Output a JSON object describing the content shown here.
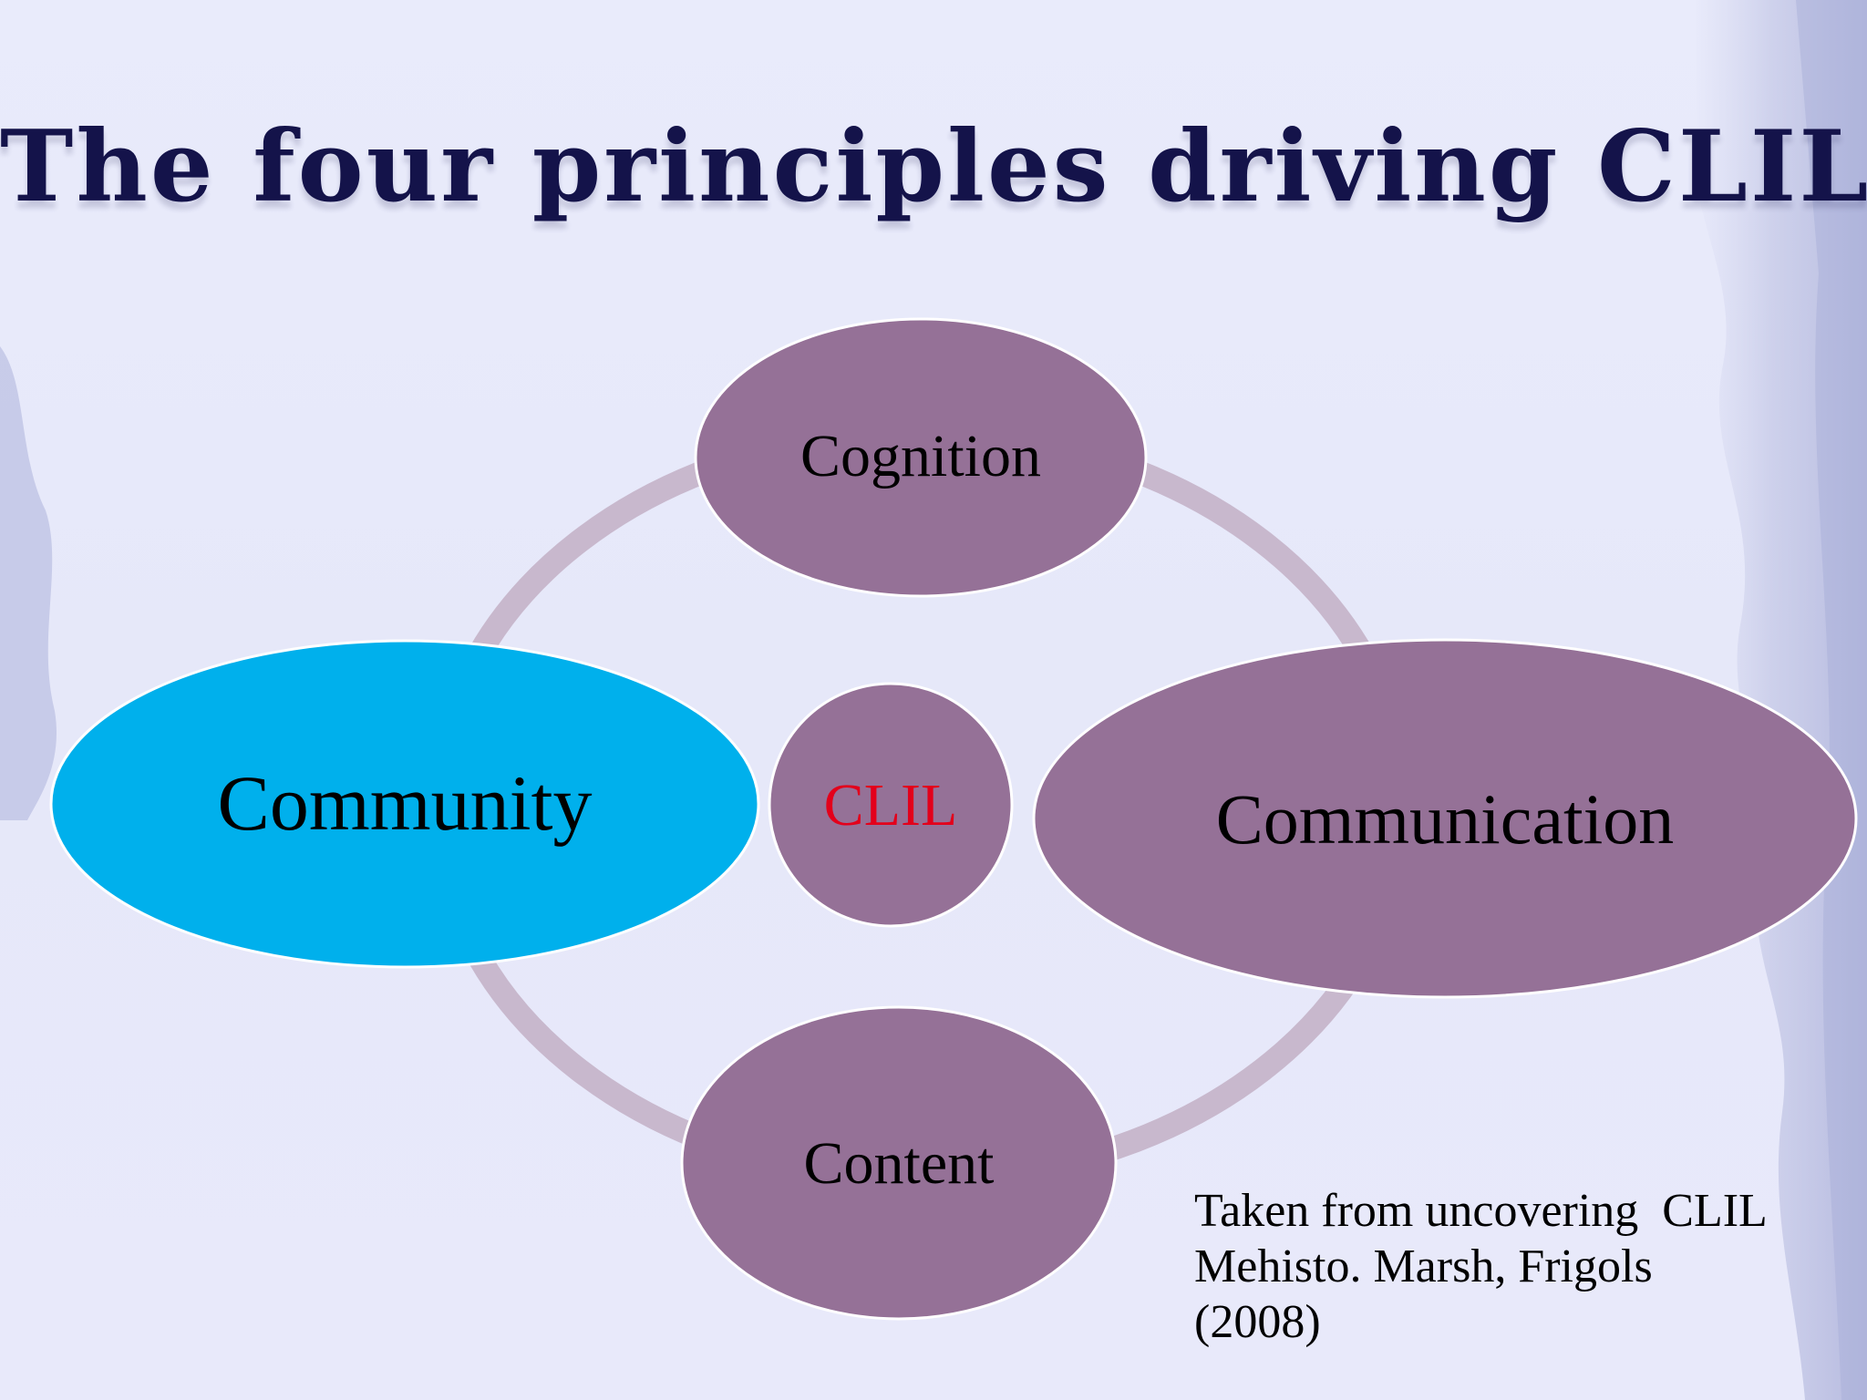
{
  "title": "The four principles driving CLIL",
  "diagram": {
    "center": {
      "label": "CLIL",
      "color": "#e3001b"
    },
    "nodes": {
      "top": {
        "label": "Cognition"
      },
      "left": {
        "label": "Community"
      },
      "right": {
        "label": "Communication"
      },
      "bottom": {
        "label": "Content"
      }
    },
    "colors": {
      "node_fill": "#957197",
      "highlight_fill": "#00b0ec",
      "ring": "#c8b8cd",
      "text": "#000000"
    }
  },
  "citation": {
    "line1": "Taken from uncovering  CLIL",
    "line2": "Mehisto. Marsh, Frigols",
    "line3": "(2008)"
  }
}
